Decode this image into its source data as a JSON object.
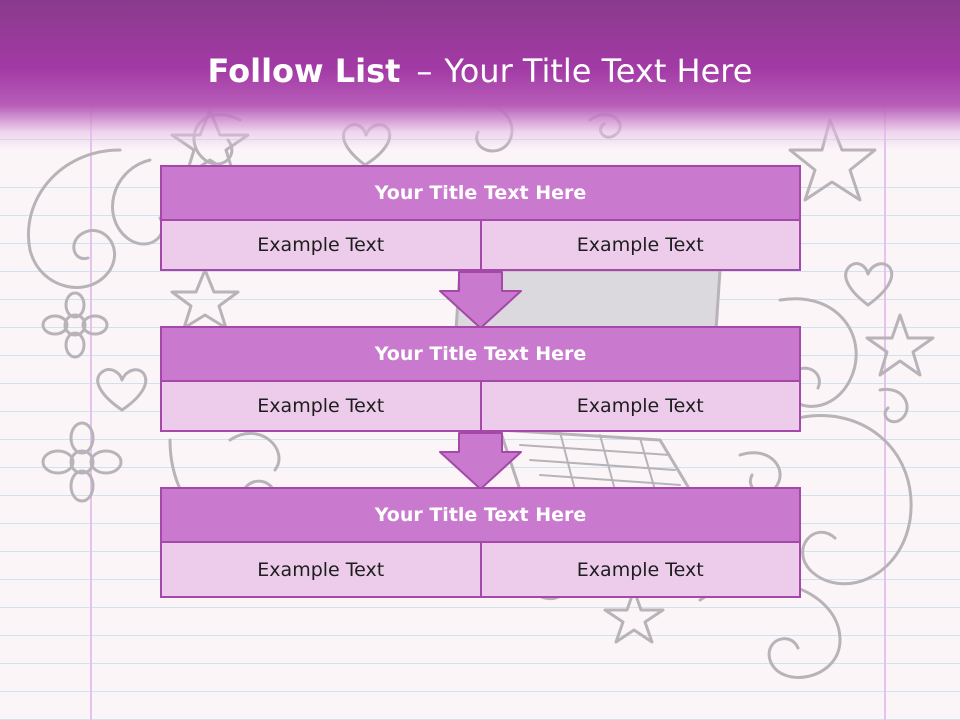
{
  "slide": {
    "title_bold": "Follow List",
    "title_separator": "–",
    "title_rest": "Your Title Text Here"
  },
  "colors": {
    "header_top": "#8a3a8c",
    "header_mid": "#a23aa5",
    "block_title_fill": "#c97acf",
    "block_cell_fill": "#ecccea",
    "block_border": "#a548a9",
    "doodle_stroke": "#b8b3b8"
  },
  "steps": [
    {
      "title": "Your Title Text Here",
      "cells": [
        "Example Text",
        "Example Text"
      ]
    },
    {
      "title": "Your Title Text Here",
      "cells": [
        "Example Text",
        "Example Text"
      ]
    },
    {
      "title": "Your Title Text Here",
      "cells": [
        "Example Text",
        "Example Text"
      ]
    }
  ]
}
